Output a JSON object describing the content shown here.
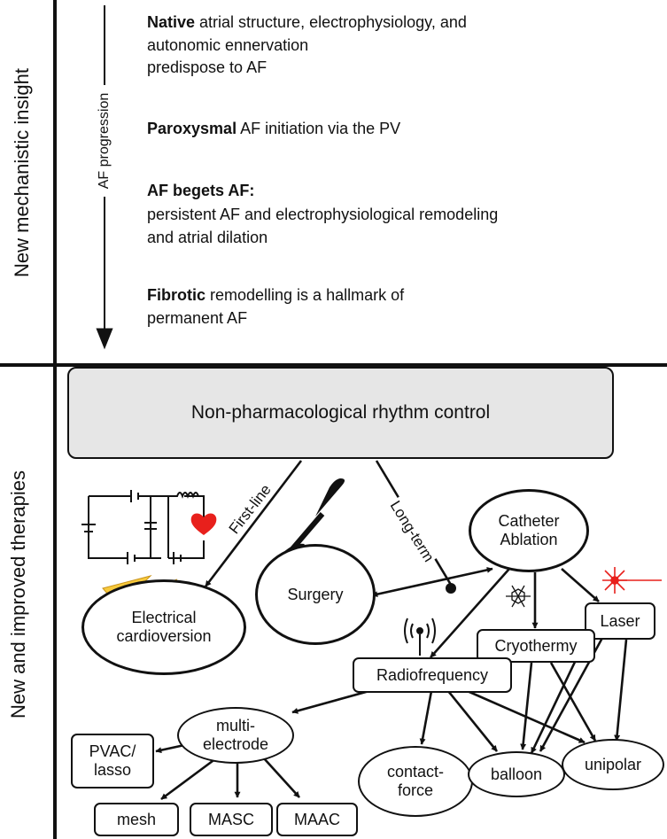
{
  "section_labels": {
    "top": "New mechanistic insight",
    "bottom": "New and improved therapies"
  },
  "progression_label": "AF progression",
  "mechanisms": [
    {
      "bold": "Native",
      "rest": " atrial structure, electrophysiology, and",
      "lines": [
        "autonomic ennervation",
        "predispose to AF"
      ]
    },
    {
      "bold": "Paroxysmal",
      "rest": " AF initiation via the PV",
      "lines": []
    },
    {
      "bold": "AF begets AF:",
      "rest": "",
      "lines": [
        "persistent AF and electrophysiological remodeling",
        "and atrial dilation"
      ]
    },
    {
      "bold": "Fibrotic",
      "rest": " remodelling is a hallmark of",
      "lines": [
        "permanent AF"
      ]
    }
  ],
  "header": "Non-pharmacological rhythm control",
  "edge_labels": {
    "first_line": "First-line",
    "long_term": "Long-term"
  },
  "nodes": {
    "electrical": [
      "Electrical",
      "cardioversion"
    ],
    "surgery": "Surgery",
    "catheter": [
      "Catheter",
      "Ablation"
    ],
    "laser": "Laser",
    "cryothermy": "Cryothermy",
    "radiofrequency": "Radiofrequency",
    "multielectrode": [
      "multi-",
      "electrode"
    ],
    "pvac": [
      "PVAC/",
      "lasso"
    ],
    "mesh": "mesh",
    "masc": "MASC",
    "maac": "MAAC",
    "contact": [
      "contact-",
      "force"
    ],
    "balloon": "balloon",
    "unipolar": "unipolar"
  },
  "icons": [
    "circuit-icon",
    "heart-icon",
    "lightning-icon",
    "scalpel-icon",
    "snowflake-icon",
    "antenna-icon",
    "laser-icon"
  ],
  "colors": {
    "header_fill": "#e6e6e6",
    "heart": "#e8201c",
    "lightning": "#f7c93c",
    "laser": "#e8201c"
  }
}
